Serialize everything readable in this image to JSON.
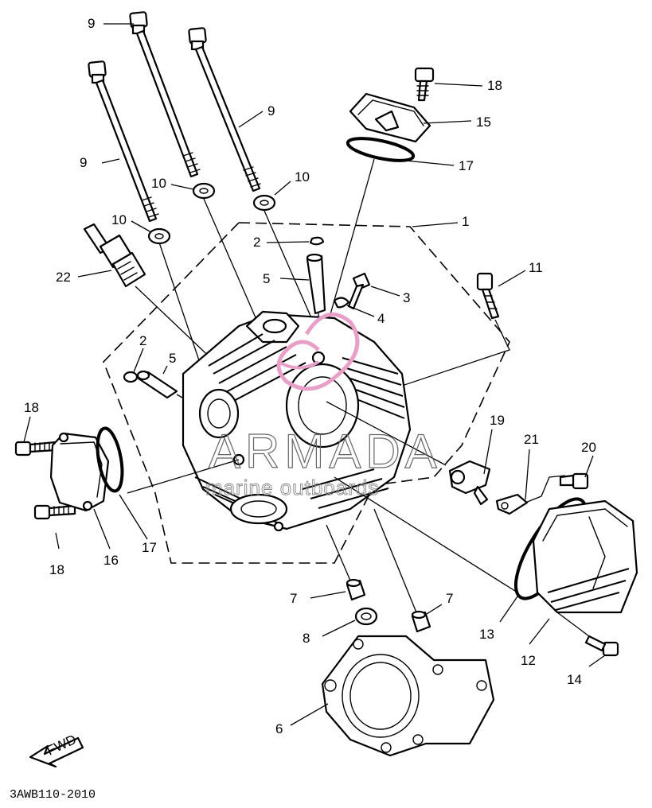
{
  "callouts": {
    "c9a": "9",
    "c9b": "9",
    "c9c": "9",
    "c10a": "10",
    "c10b": "10",
    "c10c": "10",
    "c18a": "18",
    "c18b": "18",
    "c18c": "18",
    "c15": "15",
    "c17a": "17",
    "c17b": "17",
    "c1": "1",
    "c2a": "2",
    "c2b": "2",
    "c5a": "5",
    "c5b": "5",
    "c3": "3",
    "c4": "4",
    "c11": "11",
    "c22": "22",
    "c19": "19",
    "c21": "21",
    "c20": "20",
    "c16": "16",
    "c7a": "7",
    "c7b": "7",
    "c8": "8",
    "c13": "13",
    "c12": "12",
    "c14": "14",
    "c6": "6"
  },
  "fwd_label": "FWD",
  "diagram_code": "3AWB110-2010",
  "watermark": {
    "brand": "ARMADA",
    "tagline": "marine outboards",
    "accent": "#e8a0c8"
  }
}
